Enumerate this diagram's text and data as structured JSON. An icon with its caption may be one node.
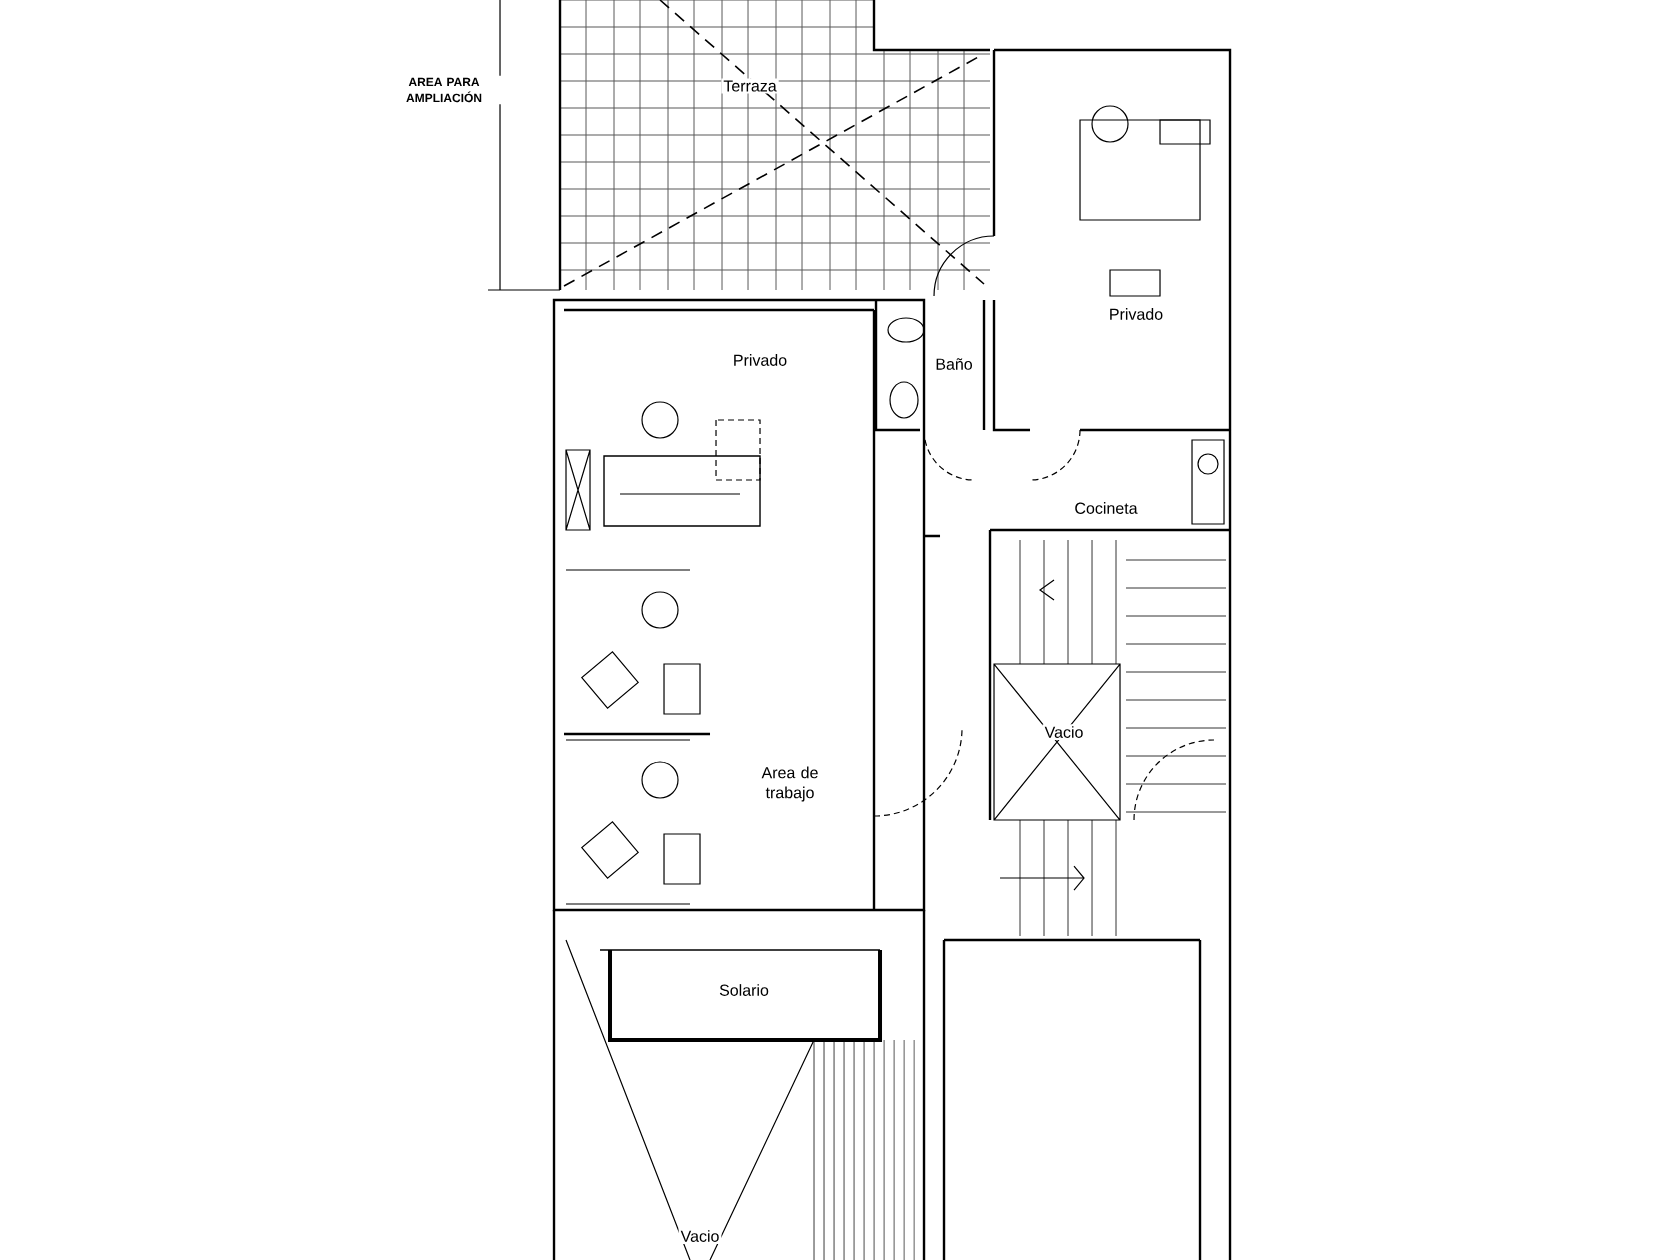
{
  "diagram": {
    "labels": [
      "AREA PARA AMPLIACIÓN",
      "Terraza",
      "Privado",
      "Privado",
      "Baño",
      "Cocineta",
      "Vacio",
      "Area de trabajo",
      "Solario",
      "Vacio"
    ]
  }
}
